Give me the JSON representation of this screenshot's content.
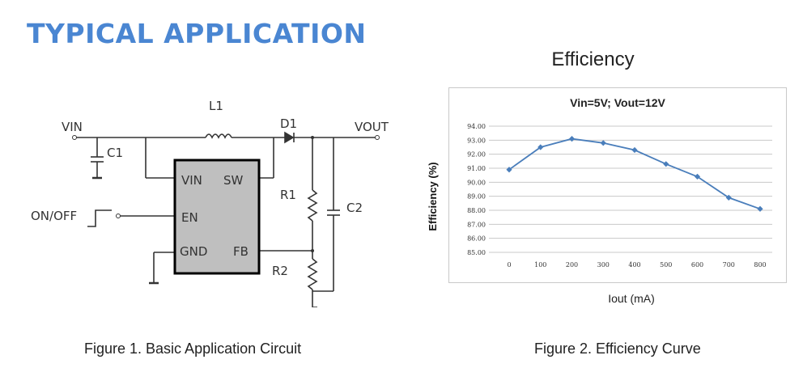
{
  "heading": "TYPICAL APPLICATION",
  "circuit": {
    "labels": {
      "vin": "VIN",
      "vout": "VOUT",
      "l1": "L1",
      "d1": "D1",
      "c1": "C1",
      "c2": "C2",
      "r1": "R1",
      "r2": "R2",
      "onoff": "ON/OFF",
      "pin_vin": "VIN",
      "pin_sw": "SW",
      "pin_en": "EN",
      "pin_gnd": "GND",
      "pin_fb": "FB"
    },
    "caption": "Figure 1. Basic Application Circuit"
  },
  "efficiency": {
    "title": "Efficiency",
    "caption": "Figure 2. Efficiency Curve"
  },
  "chart_data": {
    "type": "line",
    "title": "Vin=5V; Vout=12V",
    "xlabel": "Iout (mA)",
    "ylabel": "Efficiency (%)",
    "x": [
      0,
      100,
      200,
      300,
      400,
      500,
      600,
      700,
      800
    ],
    "x_ticks": [
      "0",
      "100",
      "200",
      "300",
      "400",
      "500",
      "600",
      "700",
      "800"
    ],
    "y_ticks": [
      "85.00",
      "86.00",
      "87.00",
      "88.00",
      "89.00",
      "90.00",
      "91.00",
      "92.00",
      "93.00",
      "94.00"
    ],
    "ylim": [
      85,
      94
    ],
    "grid": true,
    "series": [
      {
        "values": [
          90.9,
          92.5,
          93.1,
          92.8,
          92.3,
          91.3,
          90.4,
          88.9,
          88.1
        ],
        "color": "#4a7ebb"
      }
    ]
  }
}
